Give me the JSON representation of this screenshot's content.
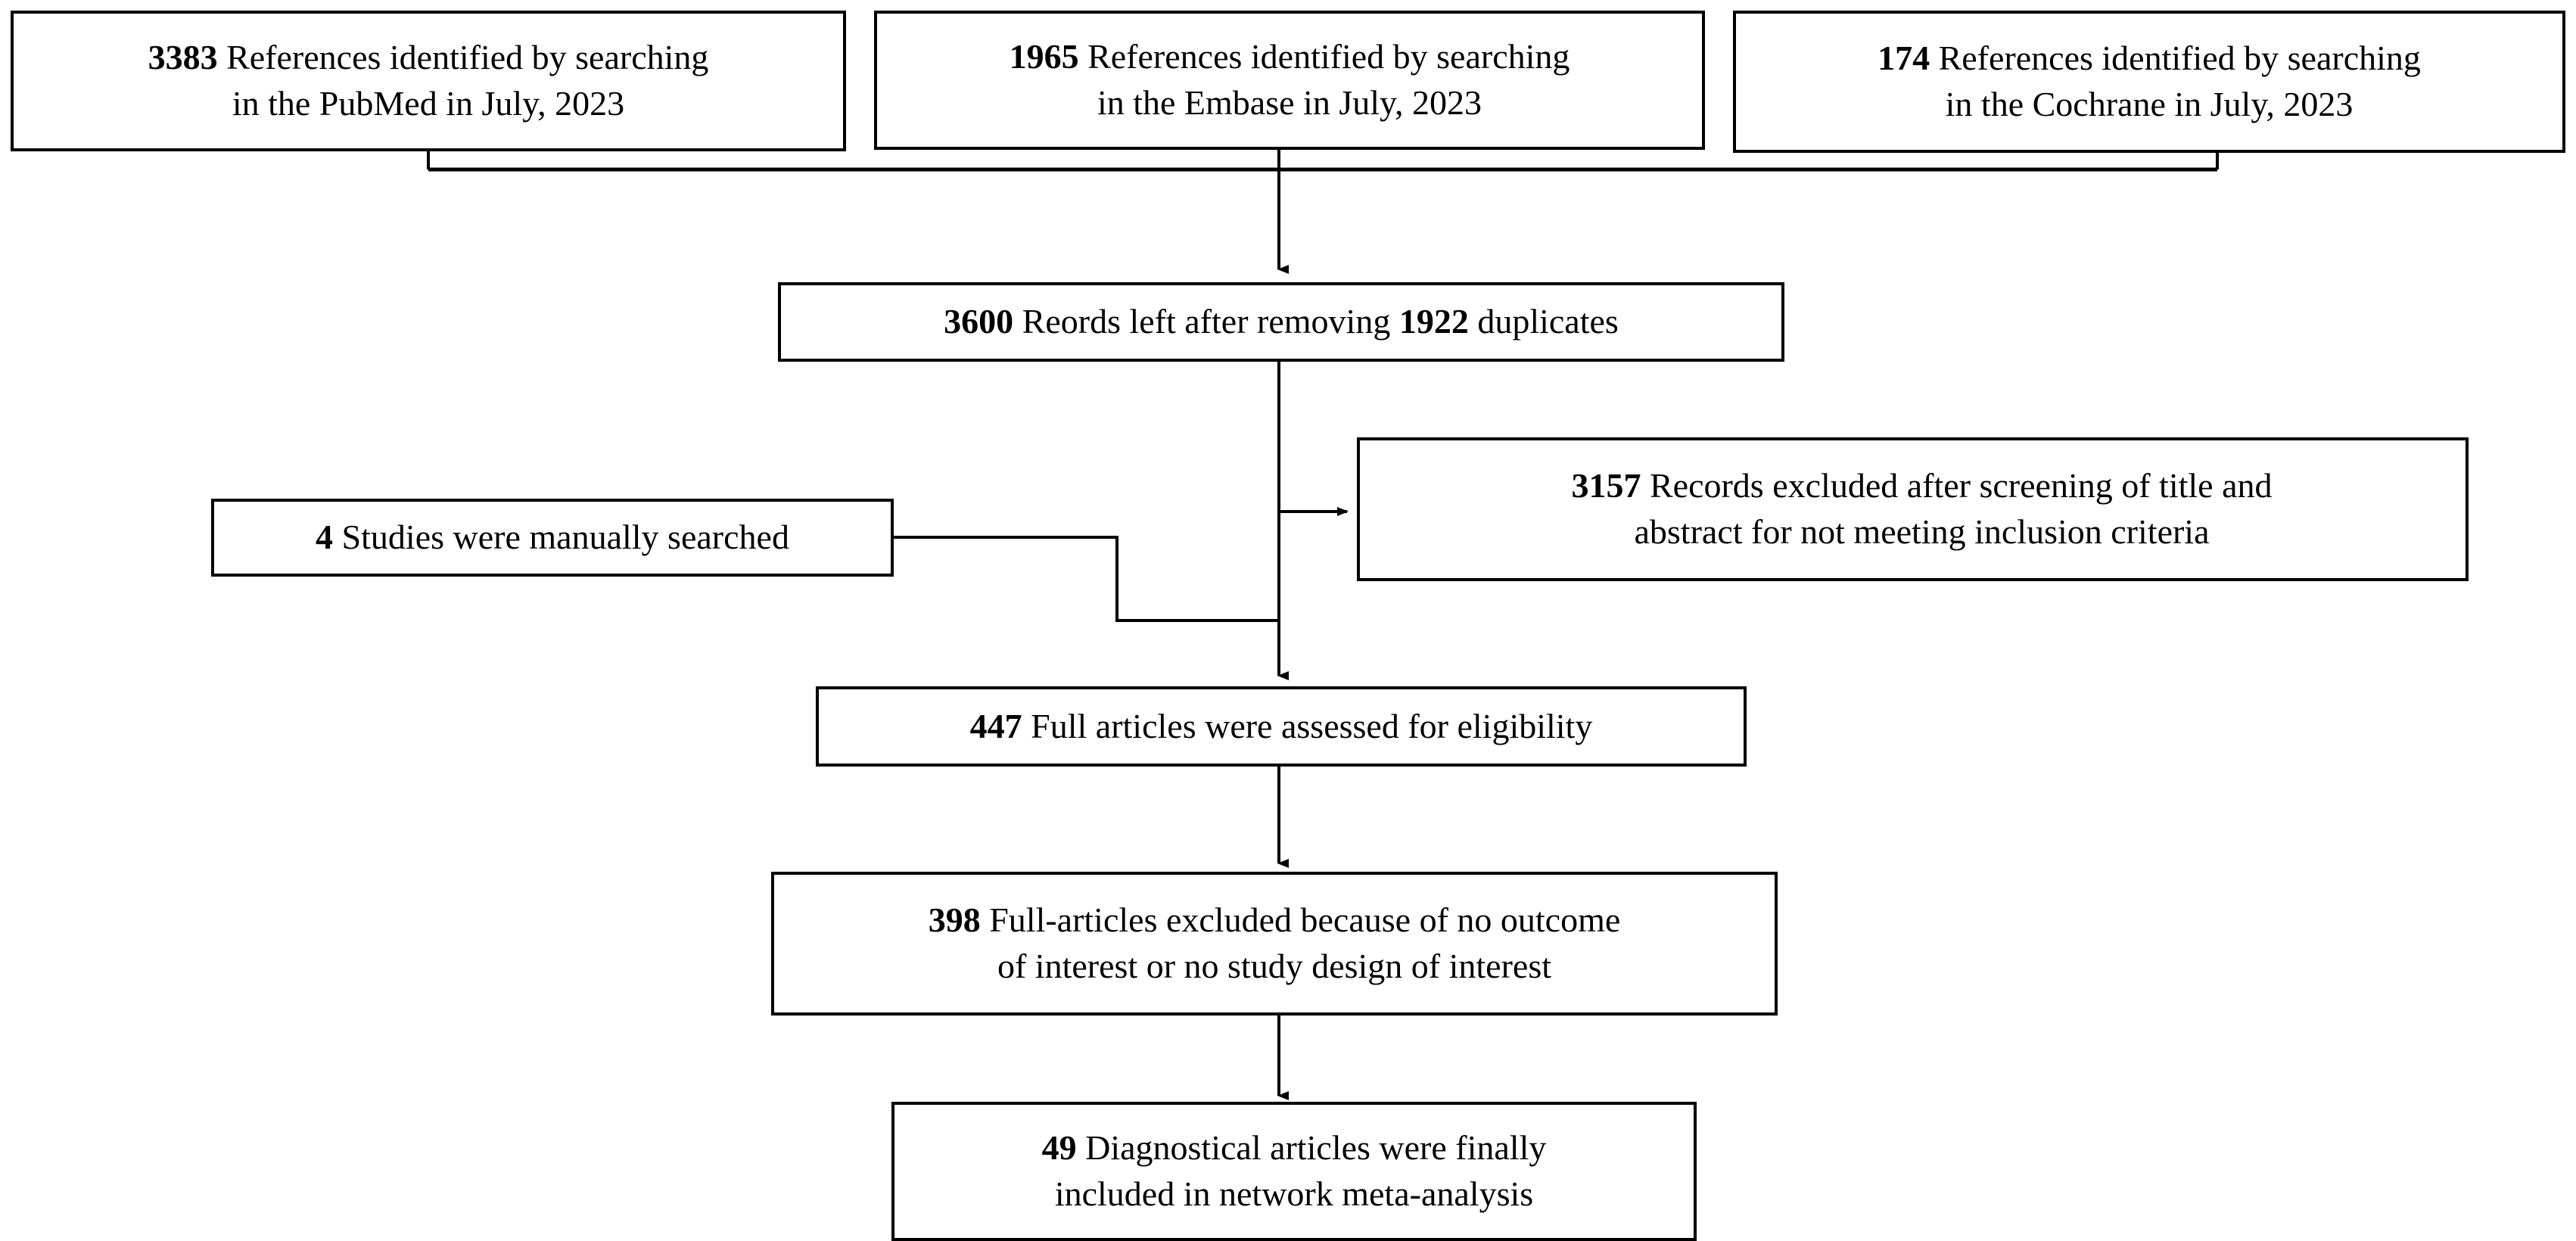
{
  "diagram": {
    "type": "prisma-flow-diagram",
    "title": "",
    "colors": {
      "background": "#ffffff",
      "box_border": "#000000",
      "text": "#000000",
      "connector": "#000000"
    },
    "nodes": [
      {
        "id": "source-pubmed",
        "count": "3383",
        "text": "References identified by searching in the PubMed in July, 2023",
        "line1_count": "3383",
        "line1_rest": " References identified by searching",
        "line2": "in the PubMed in July, 2023"
      },
      {
        "id": "source-embase",
        "count": "1965",
        "text": "References identified by searching in the Embase in July, 2023",
        "line1_count": "1965",
        "line1_rest": " References identified by searching",
        "line2": "in the Embase in July, 2023"
      },
      {
        "id": "source-cochrane",
        "count": "174",
        "text": "References identified by searching in the Cochrane in July, 2023",
        "line1_count": "174",
        "line1_rest": " References identified by searching",
        "line2": "in the Cochrane in July, 2023"
      },
      {
        "id": "records-deduplicated",
        "count": "3600",
        "duplicates": "1922",
        "text": "3600 Reords left after removing 1922 duplicates",
        "seg1": "3600",
        "seg2": " Reords left after removing ",
        "seg3": "1922",
        "seg4": " duplicates"
      },
      {
        "id": "records-excluded-screening",
        "count": "3157",
        "text": "3157 Records excluded after screening of title and abstract for not meeting inclusion criteria",
        "line1_count": "3157",
        "line1_rest": " Records excluded after screening of title   and",
        "line2": "abstract for not meeting inclusion criteria"
      },
      {
        "id": "manual-search",
        "count": "4",
        "text": "4 Studies were manually searched",
        "line1_count": "4",
        "line1_rest": " Studies  were manually  searched"
      },
      {
        "id": "full-articles-assessed",
        "count": "447",
        "text": "447 Full articles were assessed for eligibility",
        "line1_count": "447",
        "line1_rest": " Full articles were assessed for eligibility"
      },
      {
        "id": "full-articles-excluded",
        "count": "398",
        "text": "398 Full-articles excluded because of no outcome of interest or no study design of interest",
        "line1_count": "398",
        "line1_rest": " Full-articles excluded because of no outcome",
        "line2": "of interest or no study design of interest"
      },
      {
        "id": "included-final",
        "count": "49",
        "text": "49 Diagnostical articles were finally included in network meta-analysis",
        "line1_count": "49",
        "line1_rest": " Diagnostical articles were finally",
        "line2": "included in network meta-analysis"
      }
    ]
  }
}
